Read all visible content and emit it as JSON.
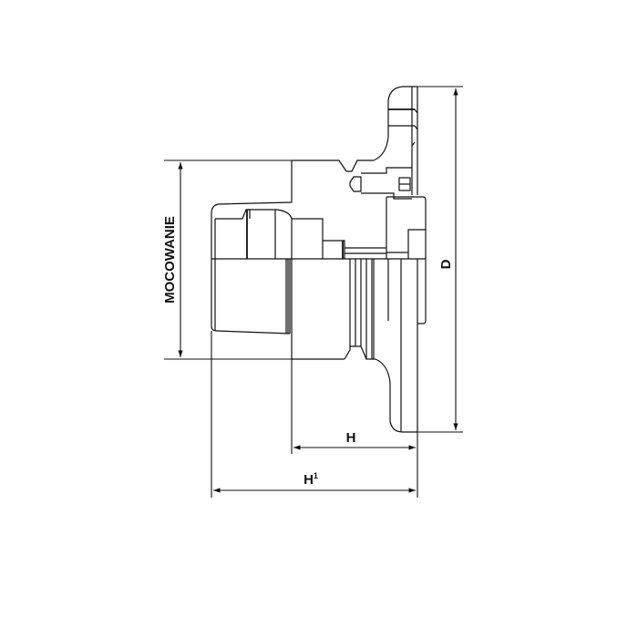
{
  "drawing": {
    "subject": "chuck-with-mounting-flange-side-view",
    "line_color": "#111111",
    "background": "#ffffff"
  },
  "dimensions": {
    "mounting": {
      "label": "MOCOWANIE",
      "orientation": "vertical"
    },
    "diameter": {
      "label": "D",
      "orientation": "vertical"
    },
    "height": {
      "label": "H",
      "orientation": "horizontal"
    },
    "height_total": {
      "label": "H",
      "superscript": "1",
      "orientation": "horizontal"
    }
  }
}
